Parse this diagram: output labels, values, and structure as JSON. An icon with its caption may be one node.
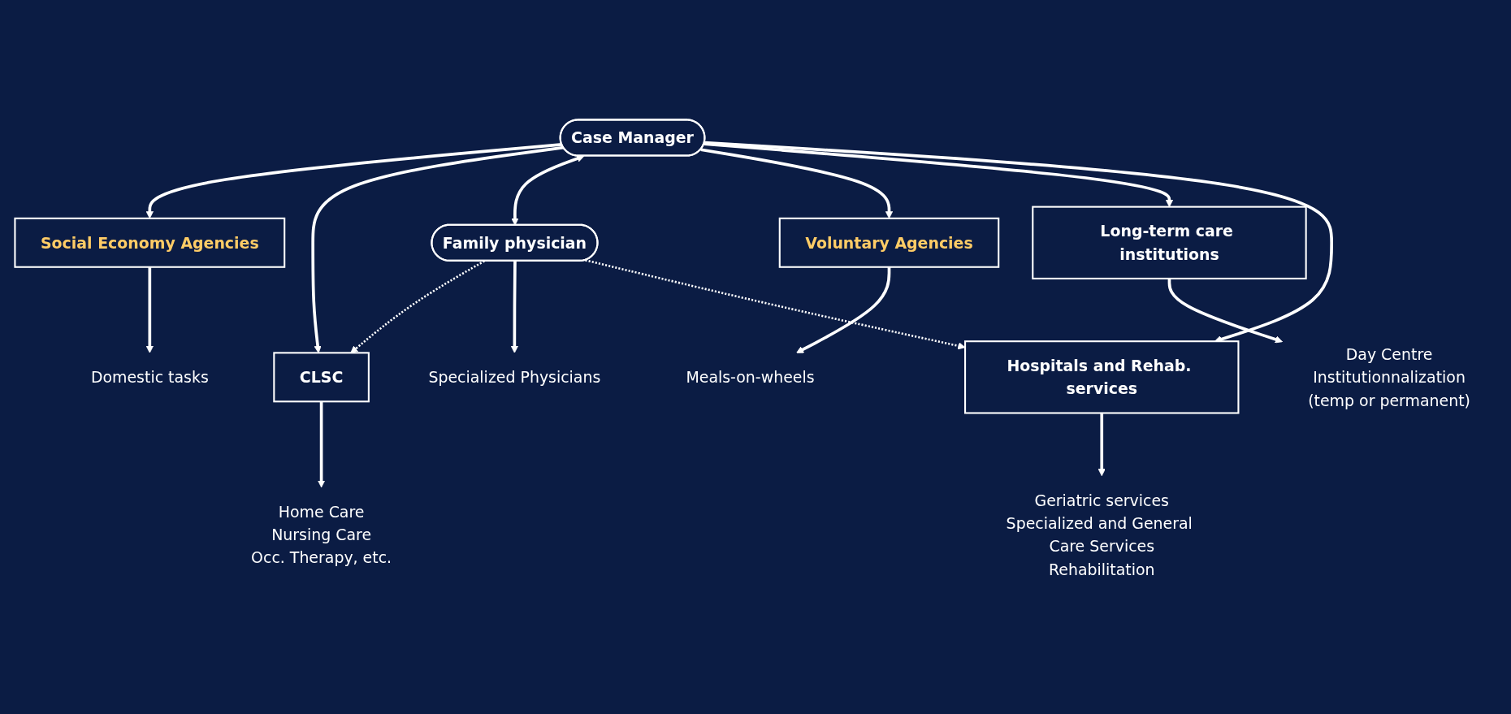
{
  "diagram": {
    "nodes": [
      {
        "text": [
          "Case Manager"
        ]
      },
      {
        "text": [
          "Social Economy Agencies"
        ]
      },
      {
        "text": [
          "Domestic tasks"
        ]
      },
      {
        "text": [
          "CLSC"
        ]
      },
      {
        "text": [
          "Home Care",
          "Nursing Care",
          "Occ. Therapy, etc."
        ]
      },
      {
        "text": [
          "Family physician"
        ]
      },
      {
        "text": [
          "Specialized Physicians"
        ]
      },
      {
        "text": [
          "Voluntary Agencies"
        ]
      },
      {
        "text": [
          "Meals-on-wheels"
        ]
      },
      {
        "text": [
          "Long-term care institutions"
        ]
      },
      {
        "text": [
          "Day Centre",
          "Institutionnalization",
          "(temp or permanent)"
        ]
      },
      {
        "text": [
          "Hospitals and Rehab. services"
        ]
      },
      {
        "text": [
          "Geriatric services",
          "Specialized and General Care Services",
          "Rehabilitation"
        ]
      }
    ],
    "edges": [
      {
        "from": 0,
        "to": 1,
        "arrow": "to"
      },
      {
        "from": 1,
        "to": 2,
        "arrow": "to"
      },
      {
        "from": 0,
        "to": 3,
        "arrow": "to"
      },
      {
        "from": 3,
        "to": 4,
        "arrow": "to"
      },
      {
        "from": 0,
        "to": 5,
        "arrow": "both"
      },
      {
        "from": 5,
        "to": 3,
        "arrow": "to",
        "style": "dashed"
      },
      {
        "from": 5,
        "to": 6,
        "arrow": "to"
      },
      {
        "from": 0,
        "to": 7,
        "arrow": "to"
      },
      {
        "from": 7,
        "to": 8,
        "arrow": "to"
      },
      {
        "from": 0,
        "to": 9,
        "arrow": "to"
      },
      {
        "from": 9,
        "to": 10,
        "arrow": "to"
      },
      {
        "from": 0,
        "to": 11,
        "arrow": "to"
      },
      {
        "from": 5,
        "to": 11,
        "arrow": "to",
        "style": "dashed"
      },
      {
        "from": 11,
        "to": 12,
        "arrow": "to"
      }
    ]
  }
}
